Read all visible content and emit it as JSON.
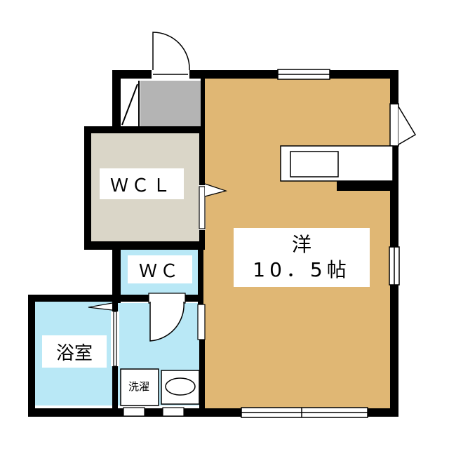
{
  "rooms": {
    "western": {
      "name": "洋",
      "size": "10．5帖"
    },
    "wcl": {
      "name": "ＷＣＬ"
    },
    "wc": {
      "name": "ＷＣ"
    },
    "bath": {
      "name": "浴室"
    },
    "laundry": {
      "name": "洗濯"
    }
  },
  "colors": {
    "western_floor": "#e0b774",
    "wcl_floor": "#dad6c8",
    "wet_area": "#b9e8f6",
    "entrance": "#b4b4b4",
    "wall": "#000000"
  }
}
